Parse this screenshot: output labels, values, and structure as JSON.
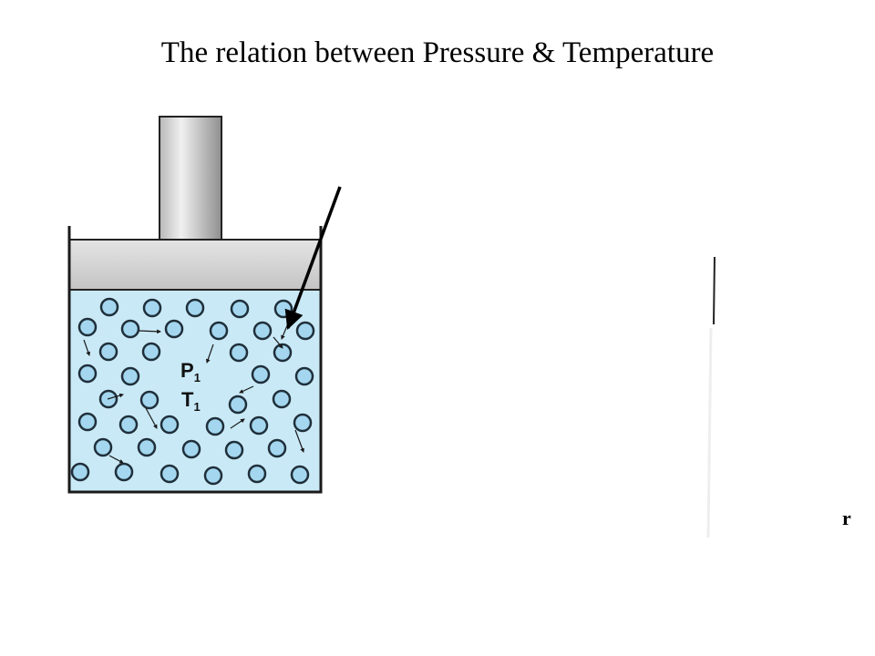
{
  "title": "The relation between Pressure & Temperature",
  "labels": {
    "pressure_symbol": "P",
    "pressure_subscript": "1",
    "temperature_symbol": "T",
    "temperature_subscript": "1"
  },
  "stray_text": "r",
  "colors": {
    "gas_fill": "#c9e9f6",
    "molecule_fill": "#a4d7ef",
    "molecule_stroke": "#1f2f3a",
    "container_stroke": "#1a1a1a",
    "piston_light": "#e6e6e6",
    "piston_dark": "#9a9a9a"
  }
}
